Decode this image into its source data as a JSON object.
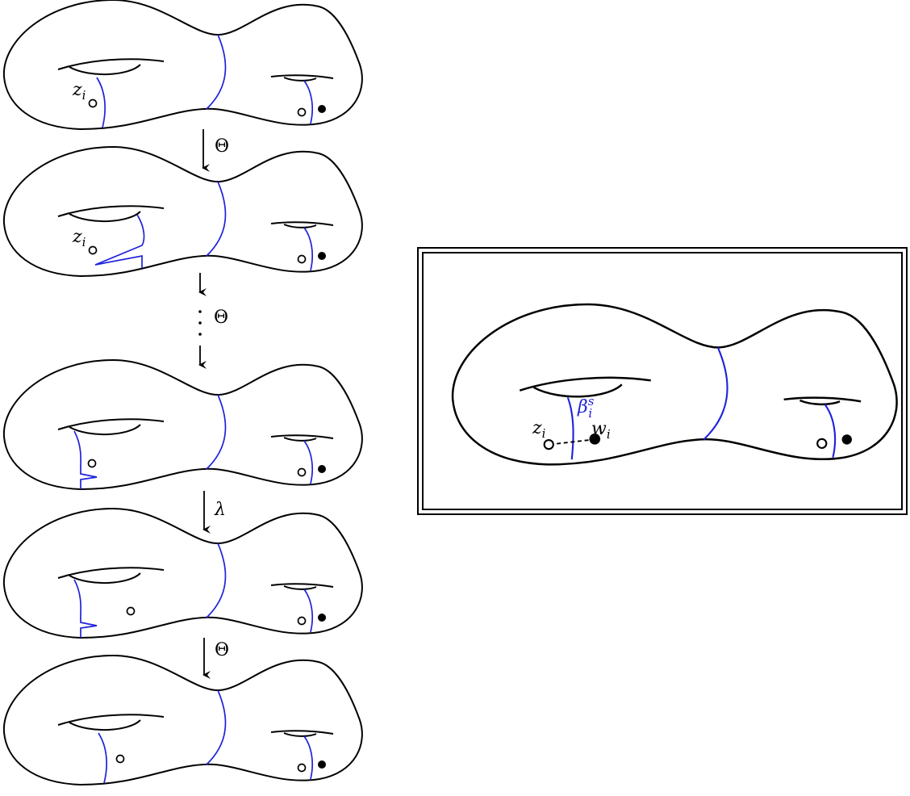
{
  "labels": {
    "z": "z",
    "z_sub": "i",
    "w": "w",
    "w_sub": "i",
    "beta": "β",
    "beta_sup": "s",
    "beta_sub": "i",
    "theta": "Θ",
    "lambda": "λ"
  },
  "colors": {
    "outline": "#000000",
    "curve": "#1f22d9"
  }
}
